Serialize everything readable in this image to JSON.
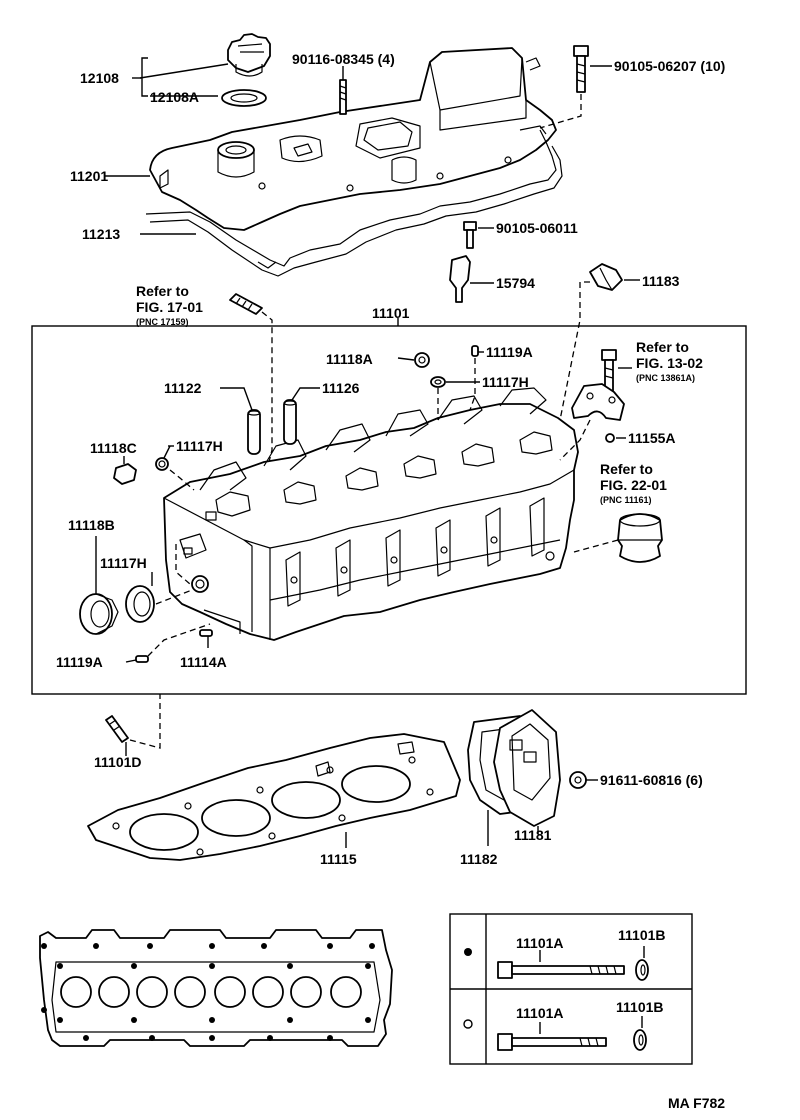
{
  "labels": {
    "p12108": "12108",
    "p12108A": "12108A",
    "p11201": "11201",
    "p11213": "11213",
    "p90116": "90116-08345 (4)",
    "p90105a": "90105-06207 (10)",
    "p90105b": "90105-06011",
    "p15794": "15794",
    "p11183": "11183",
    "p11101": "11101",
    "p11118A": "11118A",
    "p11119A_top": "11119A",
    "p11117H_a": "11117H",
    "p11122": "11122",
    "p11126": "11126",
    "p11118C": "11118C",
    "p11117H_b": "11117H",
    "p11155A": "11155A",
    "p11118B": "11118B",
    "p11117H_c": "11117H",
    "p11119A_bot": "11119A",
    "p11114A": "11114A",
    "p11101D": "11101D",
    "p91611": "91611-60816 (6)",
    "p11181": "11181",
    "p11182": "11182",
    "p11115": "11115",
    "p11101A_1": "11101A",
    "p11101B_1": "11101B",
    "p11101A_2": "11101A",
    "p11101B_2": "11101B"
  },
  "refs": {
    "ref1_title": "Refer to",
    "ref1_fig": "FIG. 17-01",
    "ref1_pnc": "(PNC 17159)",
    "ref2_title": "Refer to",
    "ref2_fig": "FIG. 13-02",
    "ref2_pnc": "(PNC 13861A)",
    "ref3_title": "Refer to",
    "ref3_fig": "FIG. 22-01",
    "ref3_pnc": "(PNC 11161)"
  },
  "footer": {
    "code": "MA F782"
  }
}
